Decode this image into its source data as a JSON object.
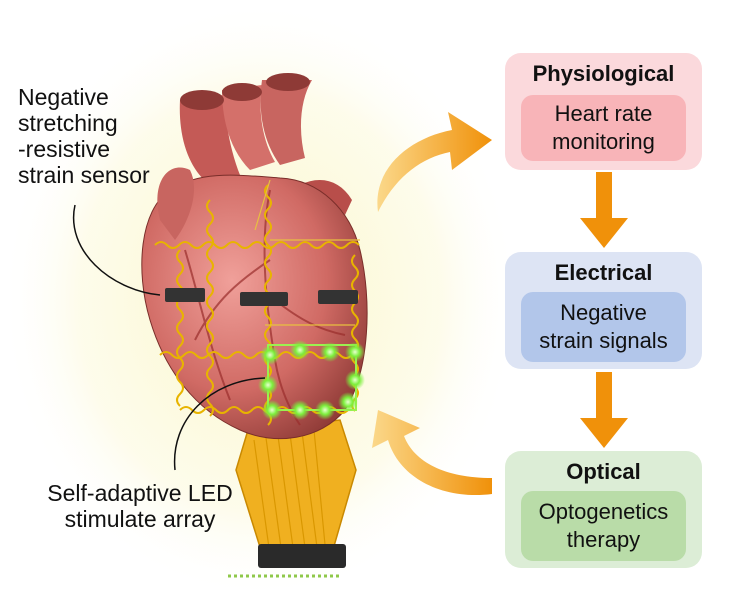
{
  "labels": {
    "sensor": [
      "Negative",
      "stretching",
      "-resistive",
      "strain sensor"
    ],
    "led": [
      "Self-adaptive LED",
      "stimulate array"
    ]
  },
  "cards": [
    {
      "title": "Physiological",
      "lines": [
        "Heart rate",
        "monitoring"
      ]
    },
    {
      "title": "Electrical",
      "lines": [
        "Negative",
        "strain signals"
      ]
    },
    {
      "title": "Optical",
      "lines": [
        "Optogenetics",
        "therapy"
      ]
    }
  ],
  "colors": {
    "arrow": "#f0910a",
    "physiological_bg": "#fbd9dc",
    "physiological_inner": "#f8b4b8",
    "electrical_bg": "#dde4f4",
    "electrical_inner": "#b2c6ea",
    "optical_bg": "#dcedd6",
    "optical_inner": "#b9dca8",
    "heart": "#d4706a",
    "wire": "#e8b400",
    "led_glow": "#7cf03c"
  }
}
